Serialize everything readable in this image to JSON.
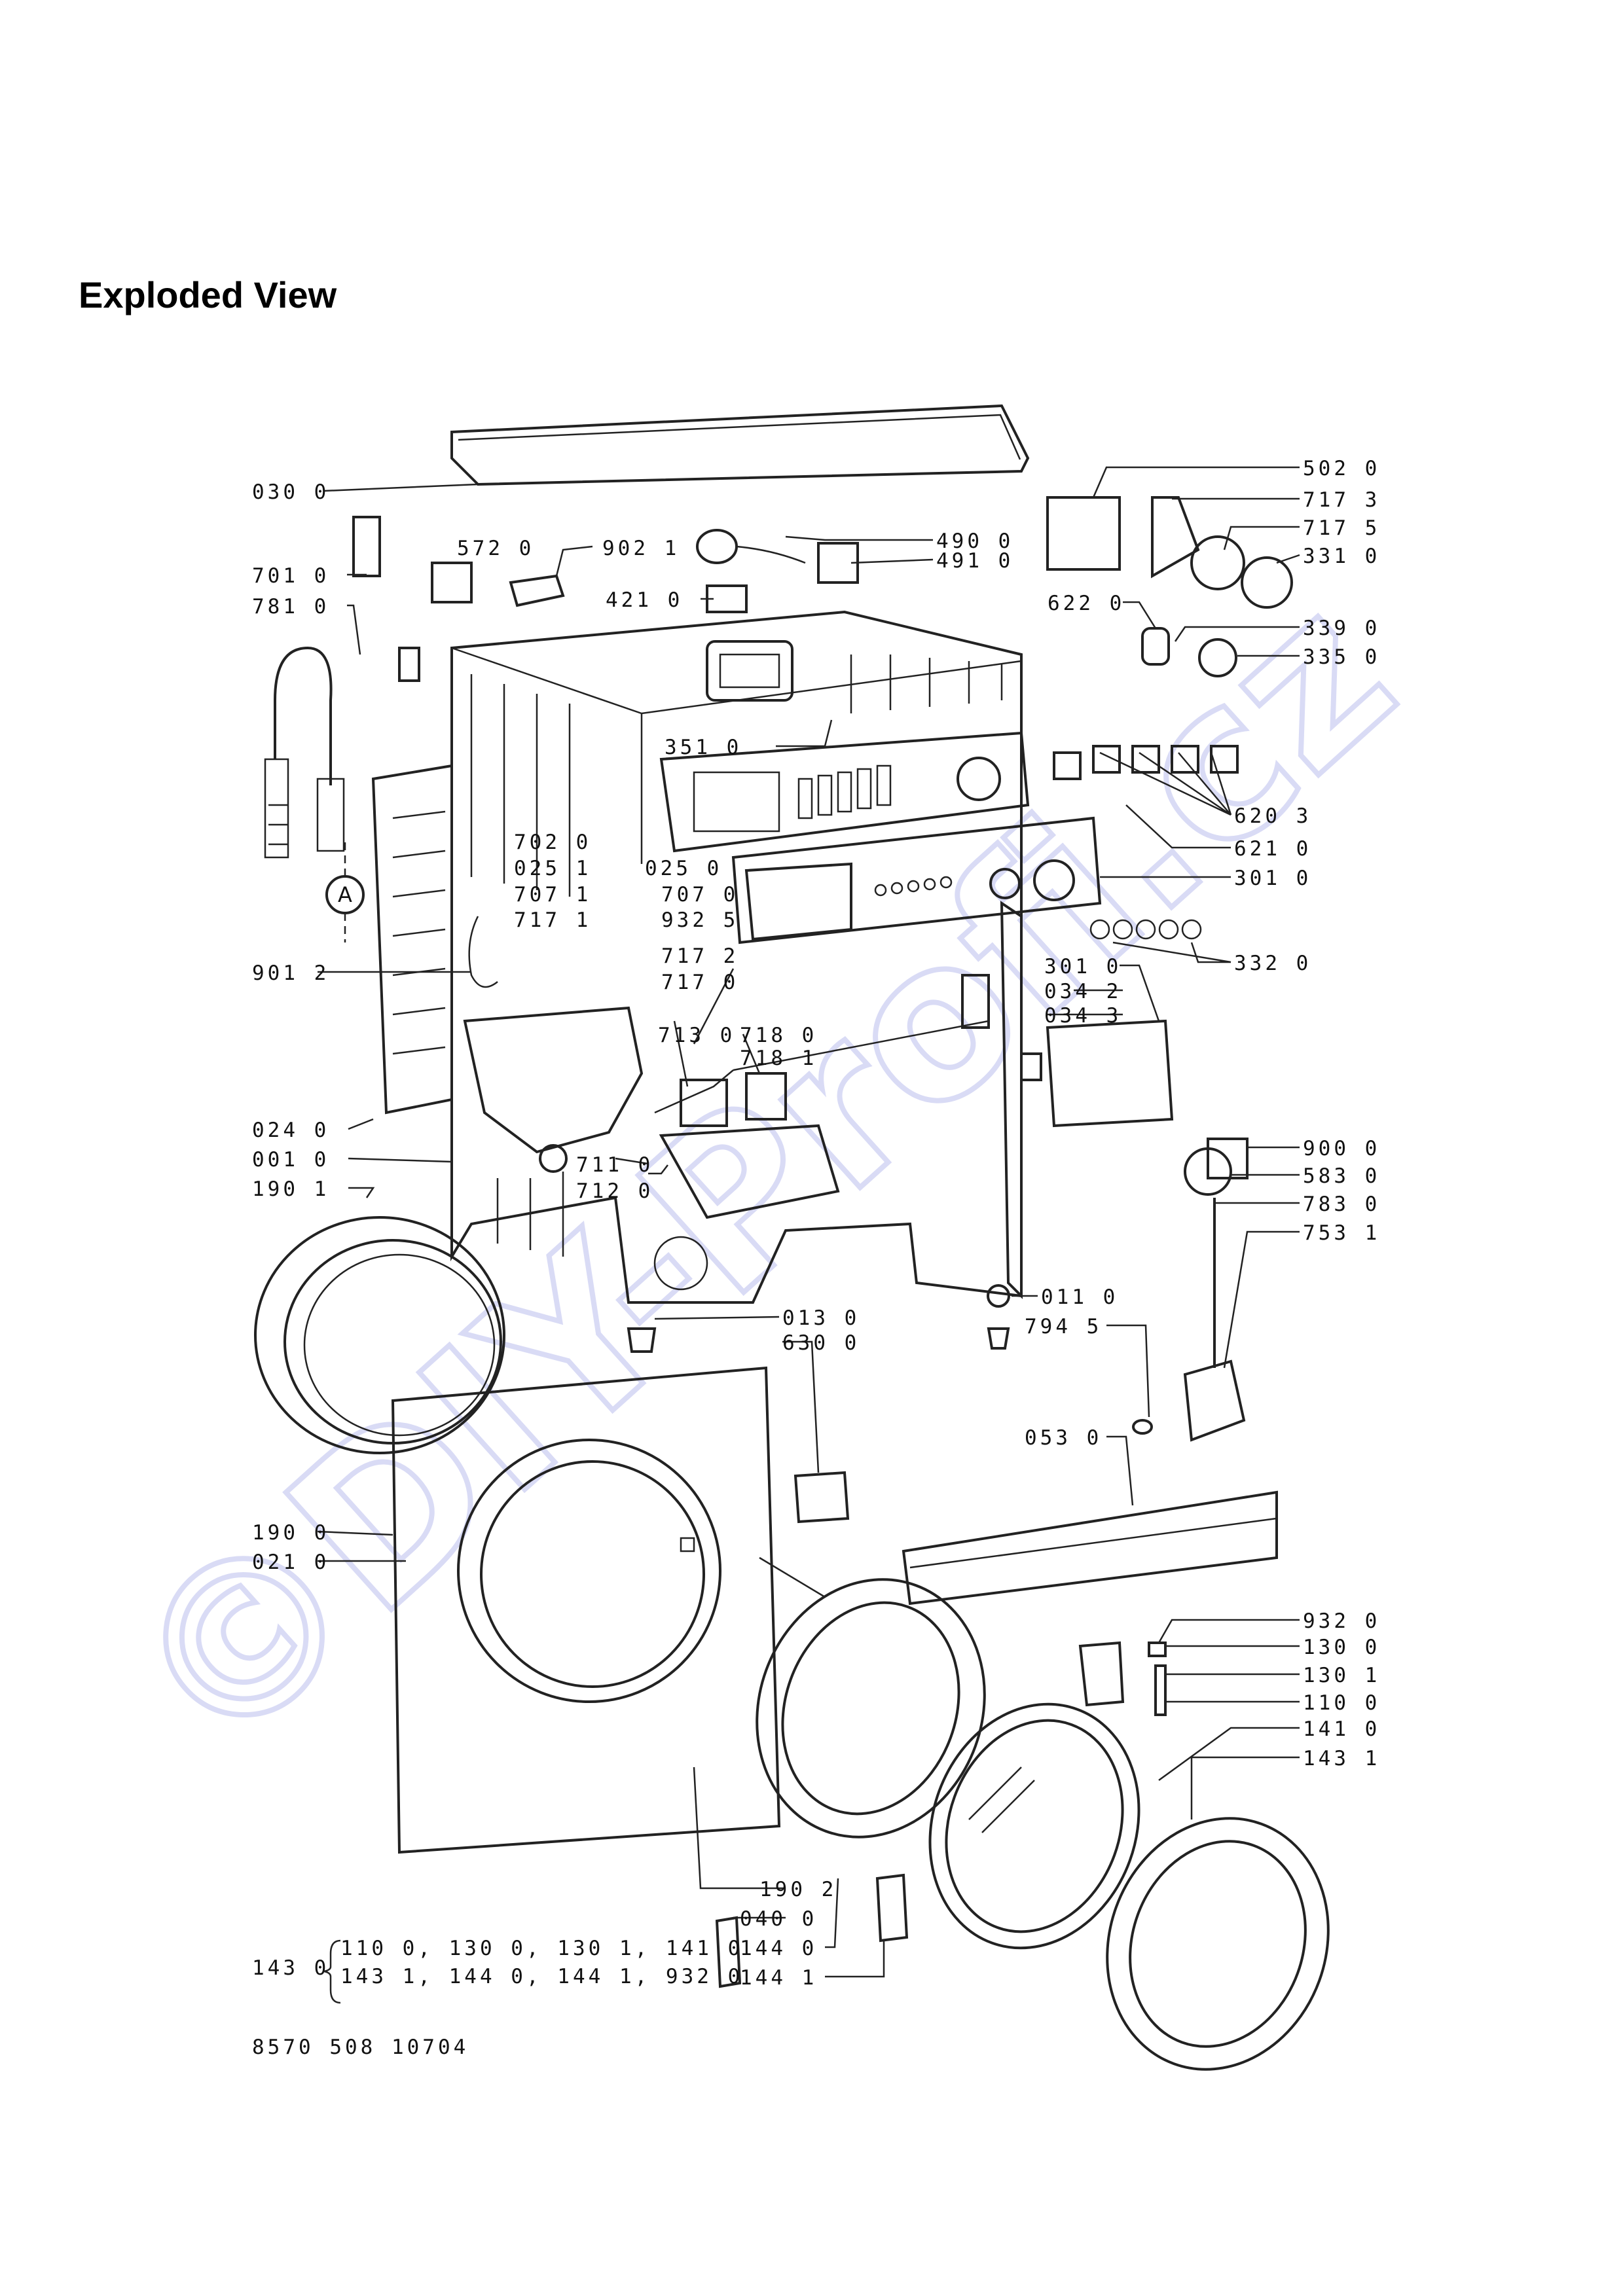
{
  "header": {
    "title": "Exploded View"
  },
  "watermark": {
    "text": "©DIY-Profi.cz",
    "color": "#c9ccf2"
  },
  "footer": {
    "drawing_number": "8570 508 10704"
  },
  "kit": {
    "code": "143 0",
    "line1": "110 0, 130 0, 130 1, 141 0",
    "line2": "143 1, 144 0, 144 1, 932 0"
  },
  "callouts": [
    "030 0",
    "572 0",
    "902 1",
    "490 0",
    "491 0",
    "421 0",
    "701 0",
    "781 0",
    "502 0",
    "717 3",
    "717 5",
    "331 0",
    "622 0",
    "339 0",
    "335 0",
    "351 0",
    "620 3",
    "621 0",
    "702 0",
    "025 1",
    "025 0",
    "301 0",
    "707 1",
    "707 0",
    "717 1",
    "932 5",
    "901 2",
    "717 2",
    "717 0",
    "332 0",
    "301 0",
    "034 2",
    "034 3",
    "713 0",
    "718 0",
    "718 1",
    "024 0",
    "711 0",
    "001 0",
    "712 0",
    "190 1",
    "900 0",
    "583 0",
    "783 0",
    "753 1",
    "011 0",
    "013 0",
    "794 5",
    "630 0",
    "053 0",
    "190 0",
    "021 0",
    "932 0",
    "130 0",
    "130 1",
    "110 0",
    "141 0",
    "143 1",
    "190 2",
    "040 0",
    "144 0",
    "144 1"
  ],
  "icons": {
    "ground_marker": "circle-A-icon"
  },
  "marker": {
    "label": "A"
  }
}
